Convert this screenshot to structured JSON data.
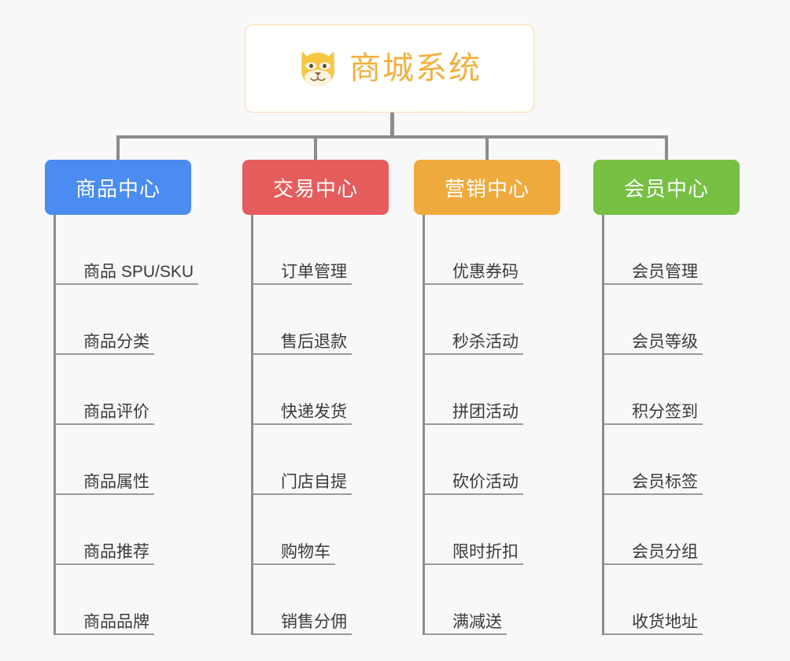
{
  "background_color": "#f8f8f8",
  "root": {
    "title": "商城系统",
    "icon": "shiba-dog-face-icon",
    "text_color": "#f2b03c",
    "border_color": "#f0b742",
    "background_color": "#ffffff"
  },
  "connector_color": "#8c8c8c",
  "columns": [
    {
      "title": "商品中心",
      "color": "#4a8cf0",
      "items": [
        "商品 SPU/SKU",
        "商品分类",
        "商品评价",
        "商品属性",
        "商品推荐",
        "商品品牌"
      ]
    },
    {
      "title": "交易中心",
      "color": "#e55c5c",
      "items": [
        "订单管理",
        "售后退款",
        "快递发货",
        "门店自提",
        "购物车",
        "销售分佣"
      ]
    },
    {
      "title": "营销中心",
      "color": "#eeaa3c",
      "items": [
        "优惠券码",
        "秒杀活动",
        "拼团活动",
        "砍价活动",
        "限时折扣",
        "满减送"
      ]
    },
    {
      "title": "会员中心",
      "color": "#76c043",
      "items": [
        "会员管理",
        "会员等级",
        "积分签到",
        "会员标签",
        "会员分组",
        "收货地址"
      ]
    }
  ]
}
